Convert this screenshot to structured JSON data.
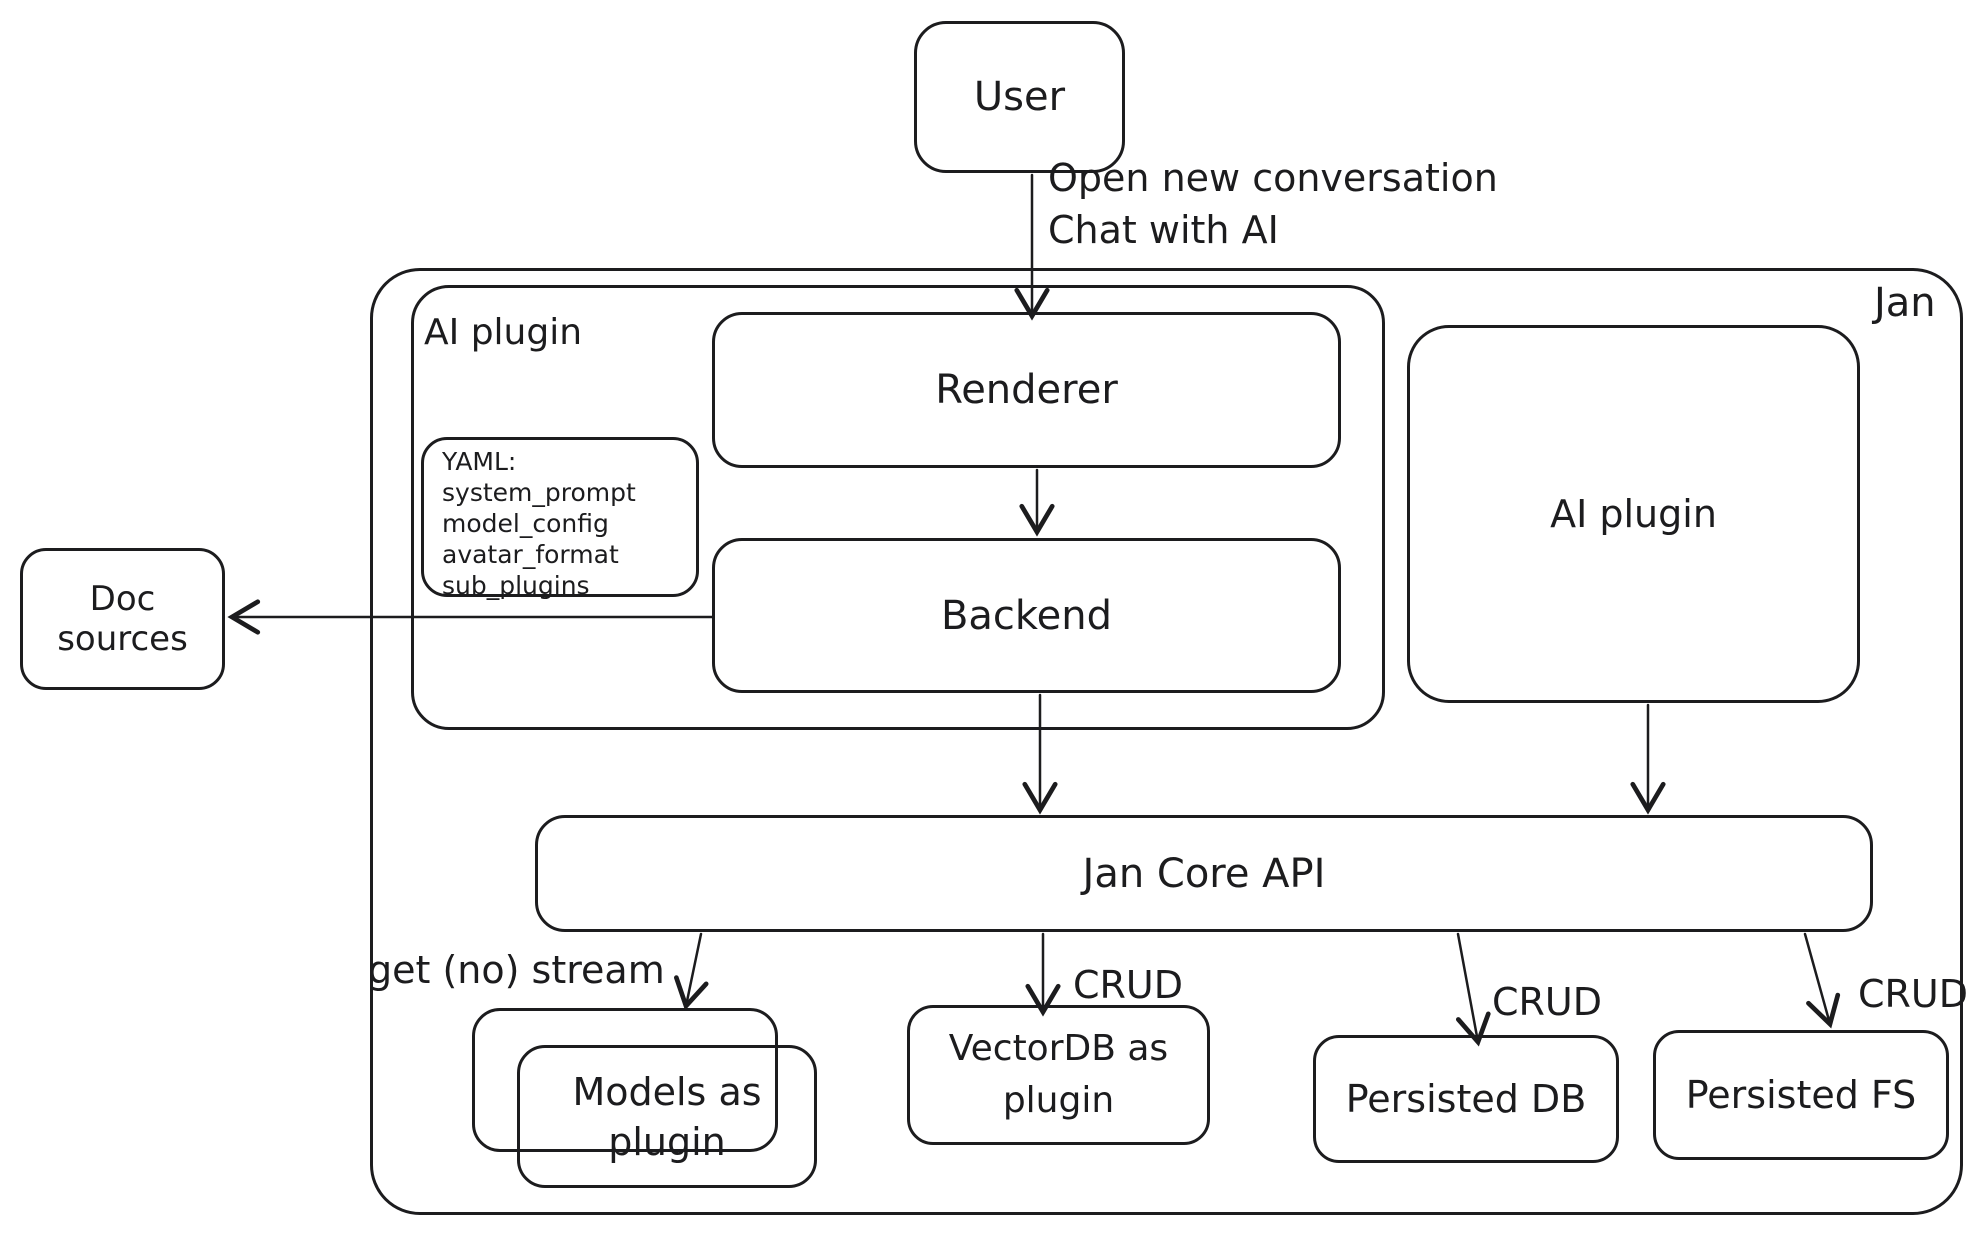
{
  "colors": {
    "stroke": "#1c1c1e",
    "background": "#ffffff"
  },
  "nodes": {
    "user": {
      "label": "User"
    },
    "jan": {
      "label": "Jan"
    },
    "ai_plugin_group": {
      "label": "AI plugin"
    },
    "yaml": {
      "lines": [
        "YAML:",
        "system_prompt",
        "model_config",
        "avatar_format",
        "sub_plugins"
      ]
    },
    "renderer": {
      "label": "Renderer"
    },
    "backend": {
      "label": "Backend"
    },
    "doc_sources": {
      "label": "Doc sources"
    },
    "ai_plugin_box": {
      "label": "AI plugin"
    },
    "jan_core_api": {
      "label": "Jan Core API"
    },
    "models": {
      "line1": "Models as",
      "line2": "plugin"
    },
    "vectordb": {
      "line1": "VectorDB as",
      "line2": "plugin"
    },
    "persisted_db": {
      "label": "Persisted DB"
    },
    "persisted_fs": {
      "label": "Persisted FS"
    }
  },
  "edge_labels": {
    "user_to_renderer": [
      "Open new conversation",
      "Chat with AI"
    ],
    "get_no_stream": "get (no) stream",
    "crud_vectordb": "CRUD",
    "crud_persisted_db": "CRUD",
    "crud_persisted_fs": "CRUD"
  }
}
